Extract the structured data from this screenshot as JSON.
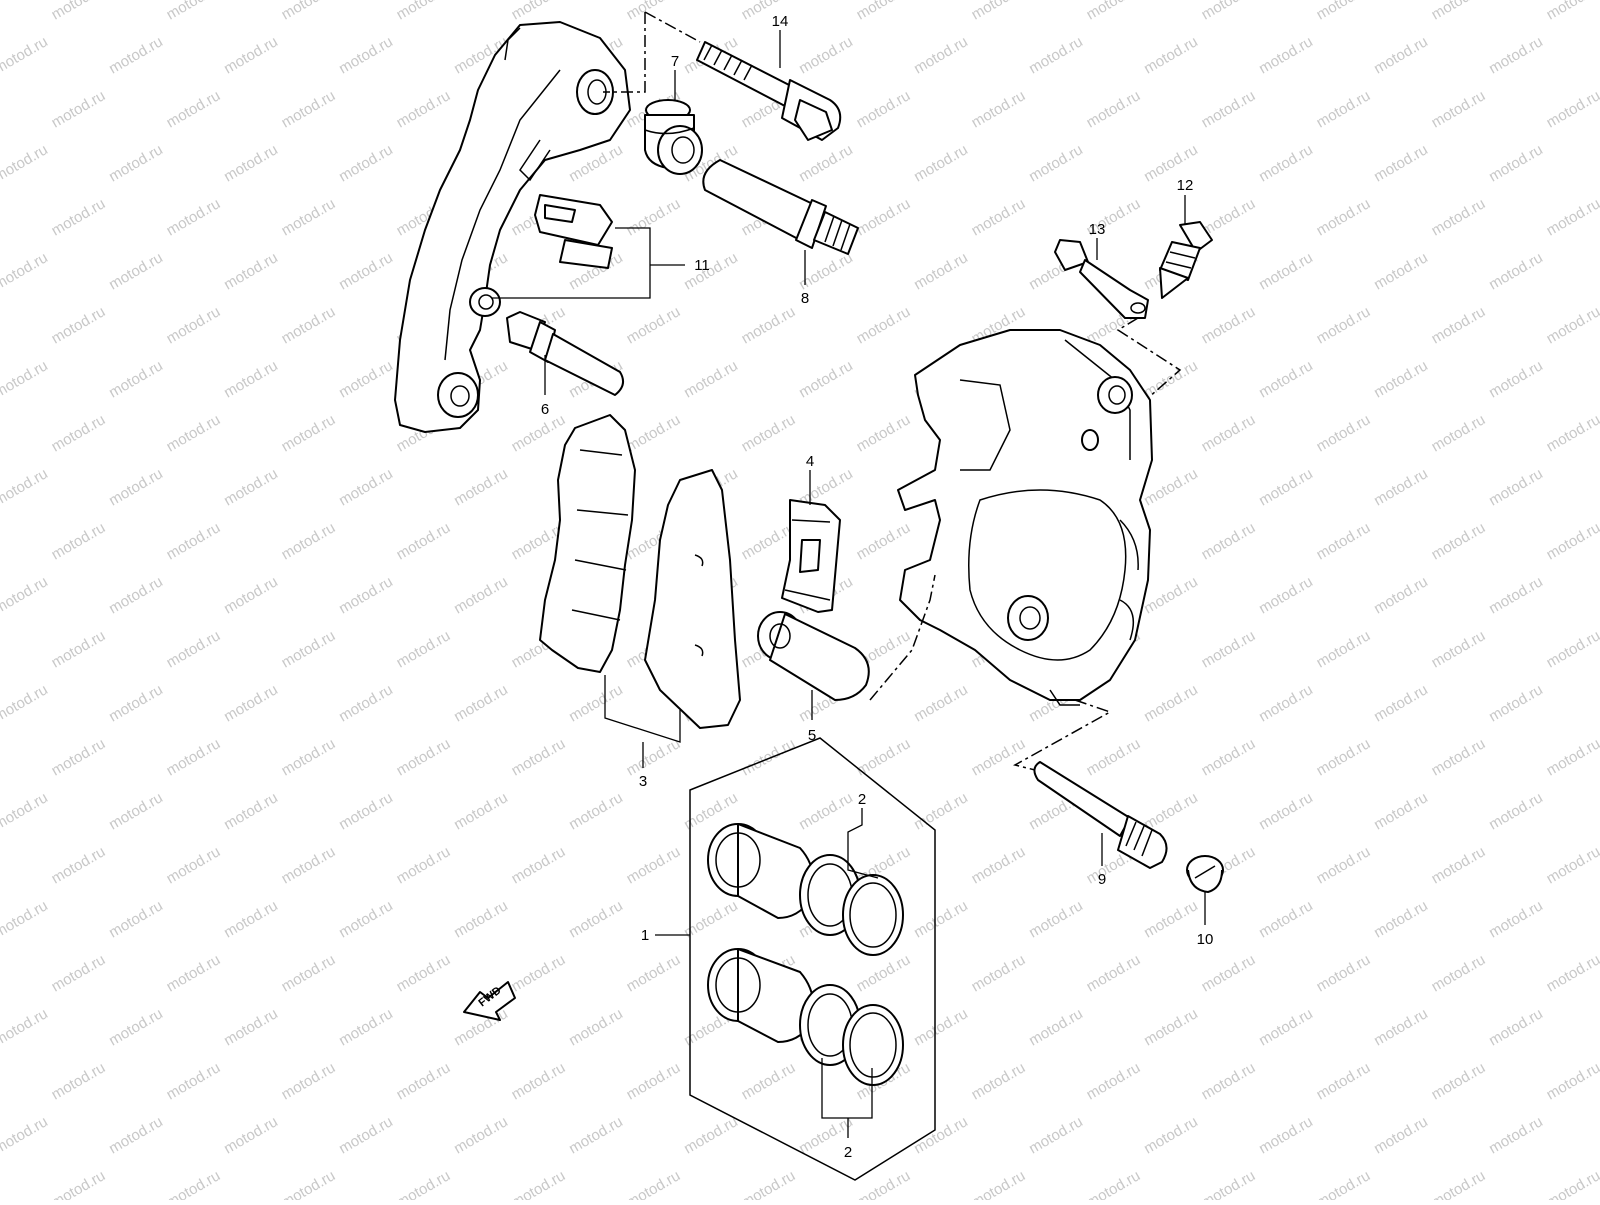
{
  "watermark": {
    "text": "motod.ru"
  },
  "fwd_arrow": {
    "label": "FWD"
  },
  "callouts": [
    {
      "id": "c14",
      "label": "14"
    },
    {
      "id": "c7",
      "label": "7"
    },
    {
      "id": "c8",
      "label": "8"
    },
    {
      "id": "c11",
      "label": "11"
    },
    {
      "id": "c6",
      "label": "6"
    },
    {
      "id": "c12",
      "label": "12"
    },
    {
      "id": "c13",
      "label": "13"
    },
    {
      "id": "c4",
      "label": "4"
    },
    {
      "id": "c5",
      "label": "5"
    },
    {
      "id": "c3",
      "label": "3"
    },
    {
      "id": "c2a",
      "label": "2"
    },
    {
      "id": "c1",
      "label": "1"
    },
    {
      "id": "c2b",
      "label": "2"
    },
    {
      "id": "c9",
      "label": "9"
    },
    {
      "id": "c10",
      "label": "10"
    }
  ]
}
